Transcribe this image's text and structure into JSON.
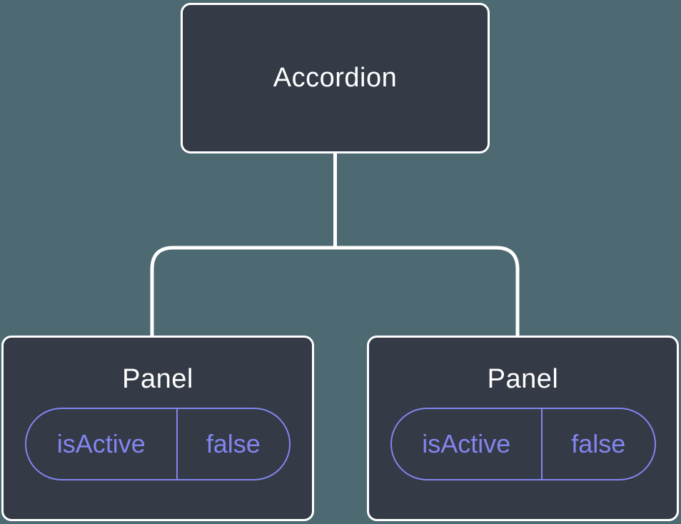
{
  "diagram": {
    "title": "component-state-tree",
    "root": {
      "label": "Accordion"
    },
    "children": [
      {
        "label": "Panel",
        "state": {
          "name": "isActive",
          "value": "false"
        }
      },
      {
        "label": "Panel",
        "state": {
          "name": "isActive",
          "value": "false"
        }
      }
    ],
    "colors": {
      "background": "#4d6971",
      "node_fill": "#343a46",
      "node_border": "#ffffff",
      "node_text": "#ffffff",
      "state_accent": "#8385ee",
      "connector": "#ffffff"
    }
  }
}
